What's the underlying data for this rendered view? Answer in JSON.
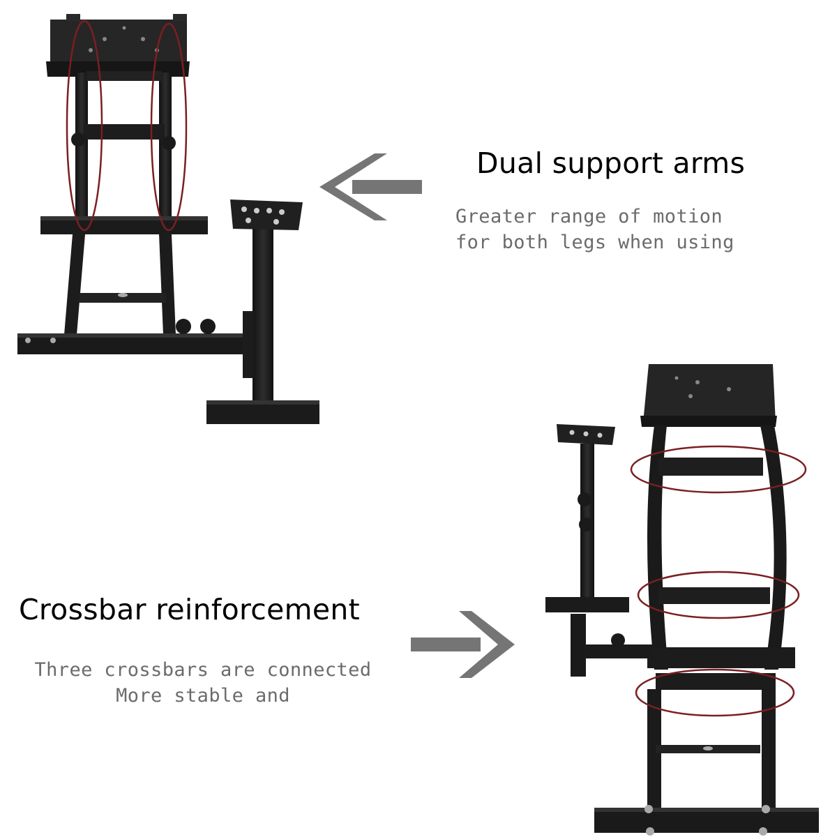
{
  "top_feature": {
    "title": "Dual support arms",
    "lines": [
      "Greater range of motion",
      "for both legs when using"
    ]
  },
  "bottom_feature": {
    "title": "Crossbar reinforcement",
    "lines": [
      "Three crossbars are connected",
      "More stable and"
    ]
  },
  "colors": {
    "arrow": "#757575",
    "highlight_ellipse": "#7a1f22",
    "frame": "#1c1c1c",
    "caption_text": "#6b6b6b"
  },
  "icons": [
    "left-arrow-icon",
    "right-arrow-icon"
  ]
}
